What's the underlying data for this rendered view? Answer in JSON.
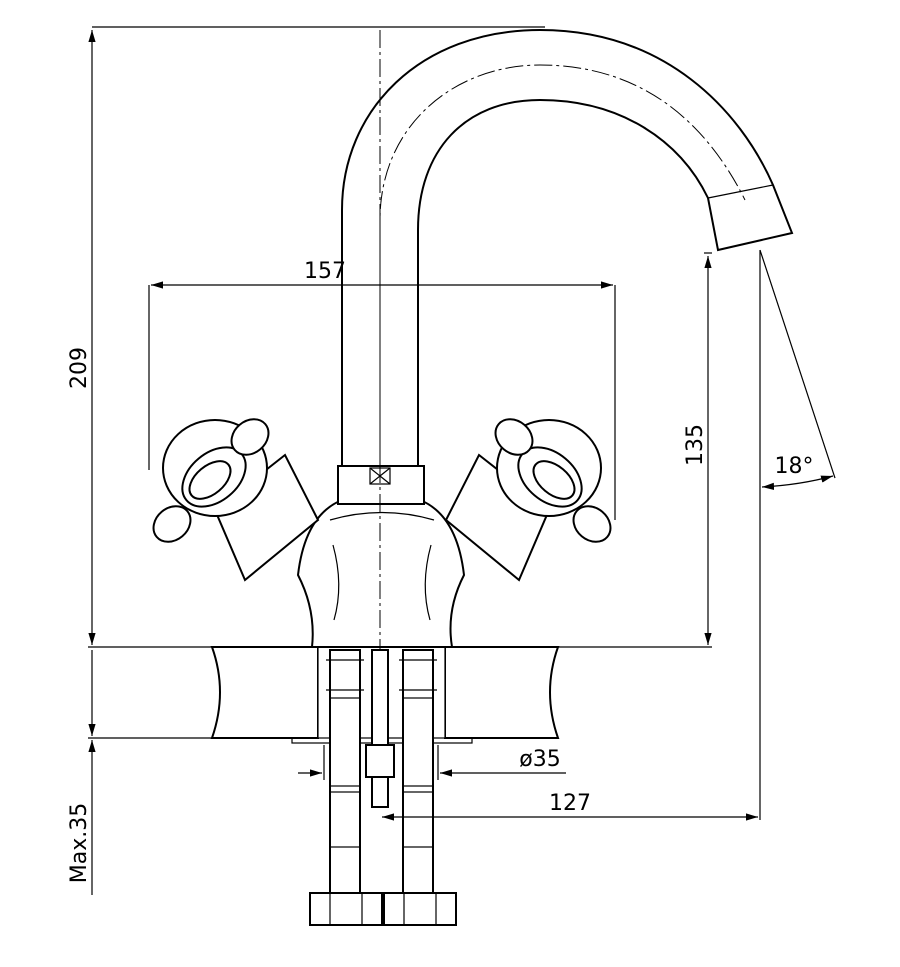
{
  "dimensions": {
    "height_total": "209",
    "width_handles": "157",
    "spout_height": "135",
    "spout_angle": "18°",
    "hole_diameter": "ø35",
    "spout_reach": "127",
    "max_thickness": "Max.35"
  }
}
